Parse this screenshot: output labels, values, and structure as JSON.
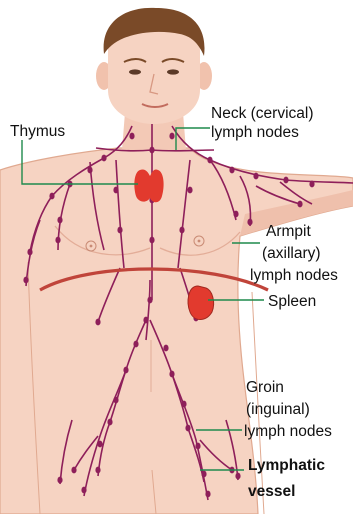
{
  "labels": {
    "thymus": "Thymus",
    "neck_line1": "Neck (cervical)",
    "neck_line2": "lymph nodes",
    "armpit_line1": "Armpit",
    "armpit_line2": "(axillary)",
    "armpit_line3": "lymph nodes",
    "spleen": "Spleen",
    "groin_line1": "Groin",
    "groin_line2": "(inguinal)",
    "groin_line3": "lymph nodes",
    "lymphatic_line1": "Lymphatic",
    "lymphatic_line2": "vessel"
  },
  "colors": {
    "skin": "#f6d3c2",
    "skin_shadow": "#e6b09b",
    "hair": "#7a4a28",
    "vessel": "#8e1f5a",
    "organ": "#e23a2e",
    "diaphragm": "#c0443a",
    "leader": "#1f8a4c"
  }
}
